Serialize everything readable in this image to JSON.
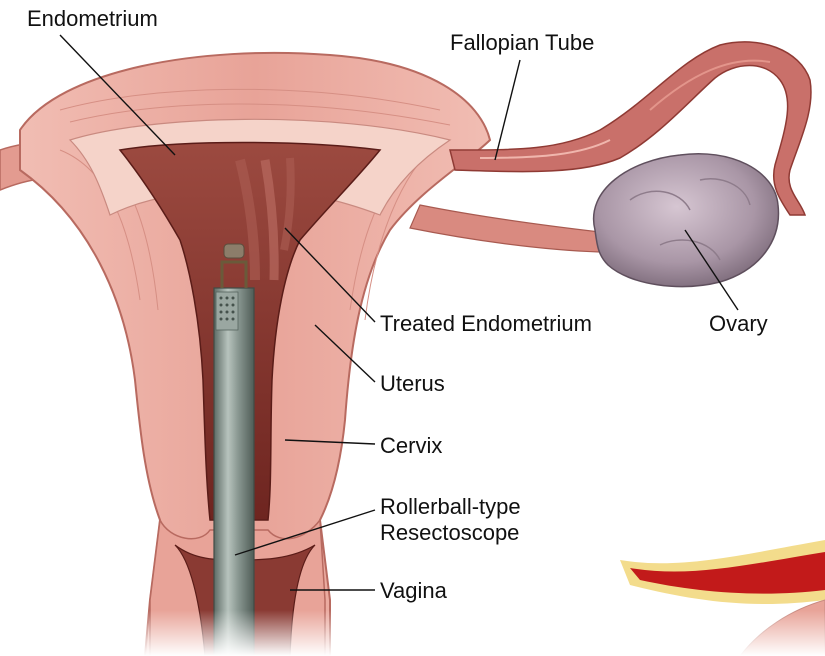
{
  "labels": {
    "endometrium": "Endometrium",
    "fallopian_tube": "Fallopian Tube",
    "treated_endometrium": "Treated Endometrium",
    "ovary": "Ovary",
    "uterus": "Uterus",
    "cervix": "Cervix",
    "resectoscope_line1": "Rollerball-type",
    "resectoscope_line2": "Resectoscope",
    "vagina": "Vagina"
  },
  "colors": {
    "muscle": "#e9a79d",
    "muscle_dark": "#c97a70",
    "cavity": "#8f3a34",
    "cavity_dark": "#6e2520",
    "lining_pale": "#f5d3c9",
    "ovary": "#a996a6",
    "ovary_dark": "#7e6c7c",
    "instrument": "#7f8d87",
    "instrument_light": "#b7c3bd",
    "vessel_red": "#c21a1a",
    "fat_yellow": "#f3dc8c"
  }
}
